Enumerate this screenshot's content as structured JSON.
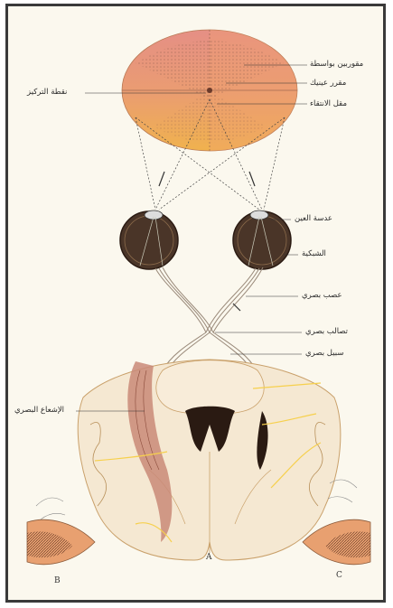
{
  "labels": {
    "right_field": "مقوربين بواسطة",
    "both_eyes": "مقرر عينيك",
    "cross_zone": "مقل الانتقاء",
    "fixation_point": "نقطة التركيز",
    "eye_lens": "عدسة العين",
    "retina": "الشبكية",
    "optic_nerve": "عصب بصري",
    "optic_chiasm": "تصالب بصري",
    "optic_tract": "سبيل بصري",
    "optic_radiation": "الإشعاع البصري"
  },
  "letters": {
    "a": "A",
    "b": "B",
    "c": "C"
  },
  "colors": {
    "frame": "#3a3a3a",
    "paper": "#fbf8ee",
    "field_pink": "#e89a86",
    "field_orange": "#eea24a",
    "field_yellow": "#f2c35a",
    "eye_dark": "#4a3528",
    "brain": "#f5e8d2",
    "brain_outline": "#c9a06a",
    "radiation_yellow": "#f6d04d"
  }
}
